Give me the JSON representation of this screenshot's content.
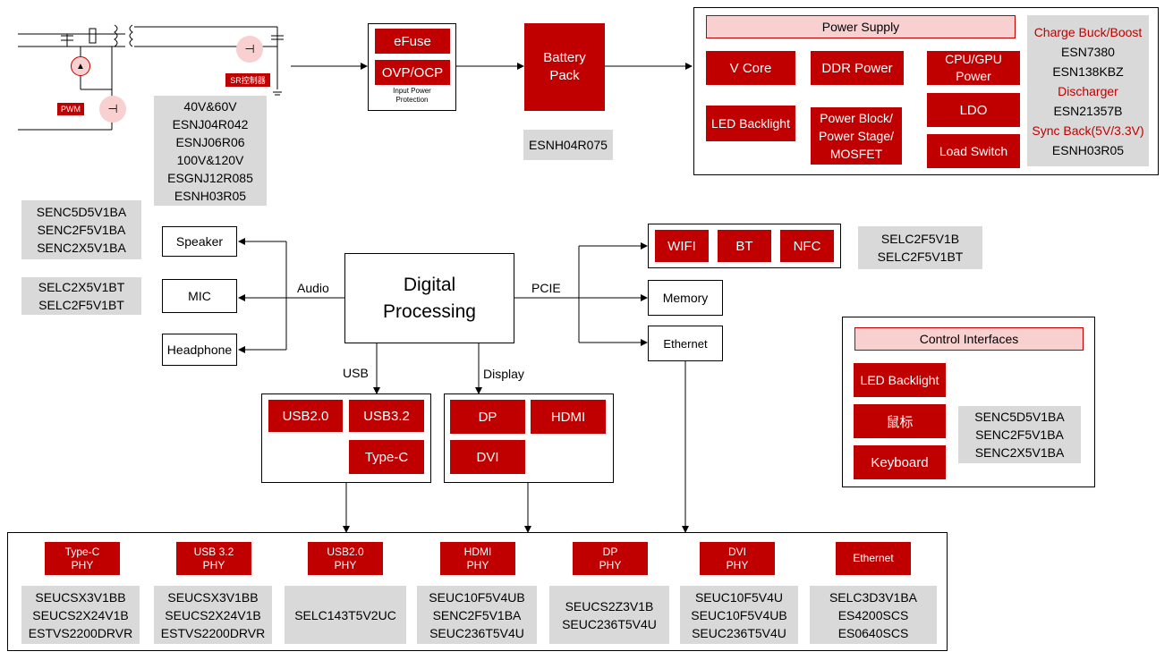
{
  "circuit": {
    "pwm_label": "PWM",
    "sr_label": "SR控制器"
  },
  "mosfet_parts": [
    "40V&60V",
    "ESNJ04R042",
    "ESNJ06R06",
    "100V&120V",
    "ESGNJ12R085",
    "ESNH03R05"
  ],
  "protection": {
    "efuse": "eFuse",
    "ovp": "OVP/OCP",
    "caption_line1": "Input Power",
    "caption_line2": "Protection"
  },
  "battery": {
    "line1": "Battery",
    "line2": "Pack",
    "part": "ESNH04R075"
  },
  "power_supply": {
    "title": "Power Supply",
    "v_core": "V Core",
    "ddr": "DDR Power",
    "cpu_gpu_line1": "CPU/GPU",
    "cpu_gpu_line2": "Power",
    "led_backlight": "LED Backlight",
    "power_block_line1": "Power Block/",
    "power_block_line2": "Power Stage/",
    "power_block_line3": "MOSFET",
    "ldo": "LDO",
    "load_switch": "Load Switch",
    "parts": [
      {
        "text": "Charge Buck/Boost",
        "highlight": true
      },
      {
        "text": "ESN7380",
        "highlight": false
      },
      {
        "text": "ESN138KBZ",
        "highlight": false
      },
      {
        "text": "Discharger",
        "highlight": true
      },
      {
        "text": "ESN21357B",
        "highlight": false
      },
      {
        "text": "Sync Back(5V/3.3V)",
        "highlight": true
      },
      {
        "text": "ESNH03R05",
        "highlight": false
      }
    ]
  },
  "audio": {
    "parts_speaker": [
      "SENC5D5V1BA",
      "SENC2F5V1BA",
      "SENC2X5V1BA"
    ],
    "parts_mic": [
      "SELC2X5V1BT",
      "SELC2F5V1BT"
    ],
    "speaker": "Speaker",
    "mic": "MIC",
    "headphone": "Headphone",
    "label": "Audio"
  },
  "digital": {
    "line1": "Digital",
    "line2": "Processing"
  },
  "pcie": {
    "label": "PCIE",
    "wifi": "WIFI",
    "bt": "BT",
    "nfc": "NFC",
    "wireless_parts": [
      "SELC2F5V1B",
      "SELC2F5V1BT"
    ],
    "memory": "Memory",
    "ethernet": "Ethernet"
  },
  "usb": {
    "label": "USB",
    "usb2": "USB2.0",
    "usb3": "USB3.2",
    "typec": "Type-C"
  },
  "display": {
    "label": "Display",
    "dp": "DP",
    "hdmi": "HDMI",
    "dvi": "DVI"
  },
  "control": {
    "title": "Control Interfaces",
    "led_backlight": "LED Backlight",
    "mouse": "鼠标",
    "keyboard": "Keyboard",
    "parts": [
      "SENC5D5V1BA",
      "SENC2F5V1BA",
      "SENC2X5V1BA"
    ]
  },
  "phy": [
    {
      "l1": "Type-C",
      "l2": "PHY",
      "parts": [
        "SEUCSX3V1BB",
        "SEUCS2X24V1B",
        "ESTVS2200DRVR"
      ]
    },
    {
      "l1": "USB 3.2",
      "l2": "PHY",
      "parts": [
        "SEUCSX3V1BB",
        "SEUCS2X24V1B",
        "ESTVS2200DRVR"
      ]
    },
    {
      "l1": "USB2.0",
      "l2": "PHY",
      "parts": [
        "SELC143T5V2UC"
      ]
    },
    {
      "l1": "HDMI",
      "l2": "PHY",
      "parts": [
        "SEUC10F5V4UB",
        "SENC2F5V1BA",
        "SEUC236T5V4U"
      ]
    },
    {
      "l1": "DP",
      "l2": "PHY",
      "parts": [
        "SEUCS2Z3V1B",
        "SEUC236T5V4U"
      ]
    },
    {
      "l1": "DVI",
      "l2": "PHY",
      "parts": [
        "SEUC10F5V4U",
        "SEUC10F5V4UB",
        "SEUC236T5V4U"
      ]
    },
    {
      "l1": "Ethernet",
      "l2": "",
      "parts": [
        "SELC3D3V1BA",
        "ES4200SCS",
        "ES0640SCS"
      ]
    }
  ]
}
